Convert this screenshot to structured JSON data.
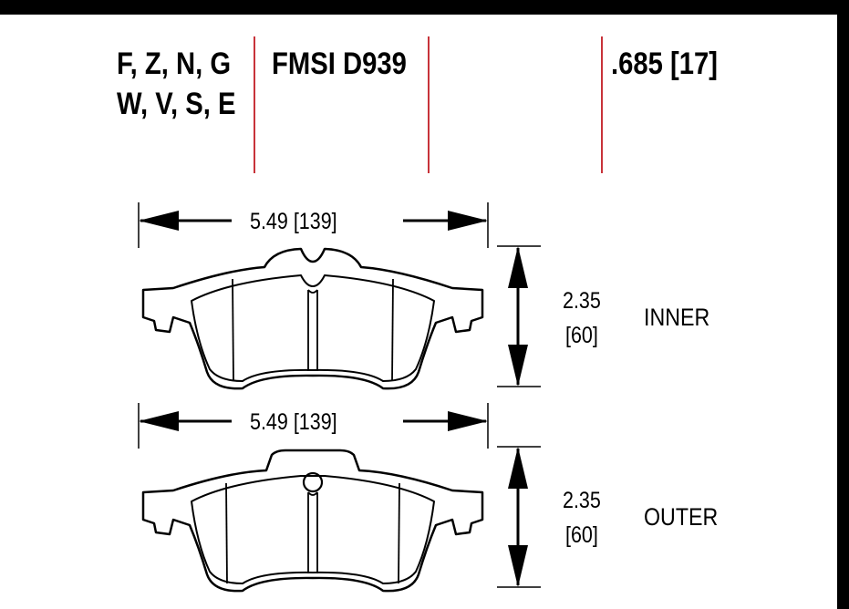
{
  "header": {
    "codes_line1": "F, Z, N, G",
    "codes_line2": "W, V, S, E",
    "fmsi": "FMSI D939",
    "thickness": ".685 [17]"
  },
  "colors": {
    "divider": "#c8333a",
    "ink": "#000000",
    "background": "#ffffff",
    "frame": "#000000"
  },
  "inner_pad": {
    "width_label": "5.49 [139]",
    "height_value": "2.35",
    "height_mm": "[60]",
    "label": "INNER"
  },
  "outer_pad": {
    "width_label": "5.49 [139]",
    "height_value": "2.35",
    "height_mm": "[60]",
    "label": "OUTER"
  }
}
